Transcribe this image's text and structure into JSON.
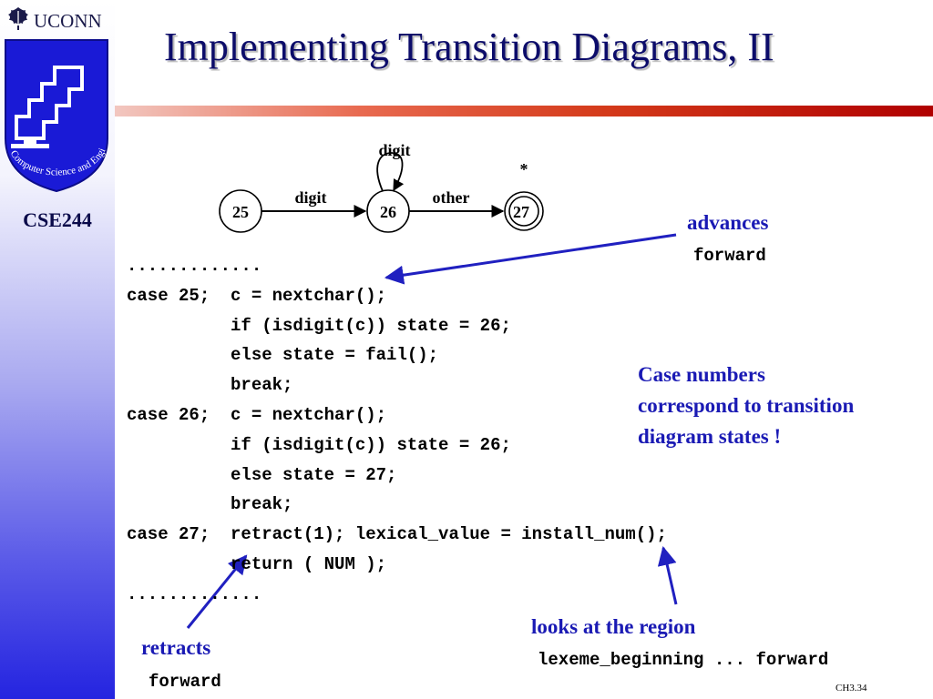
{
  "sidebar": {
    "university": "UCONN",
    "department_logo_text": "Computer Science and Engineering",
    "course": "CSE244"
  },
  "slide": {
    "title": "Implementing Transition Diagrams, II",
    "footer": "CH3.34"
  },
  "diagram": {
    "states": [
      "25",
      "26",
      "27"
    ],
    "edge_25_26": "digit",
    "loop_26": "digit",
    "edge_26_27": "other",
    "retract_mark": "*"
  },
  "code": {
    "lines": [
      ".............",
      "case 25;  c = nextchar();",
      "          if (isdigit(c)) state = 26;",
      "          else state = fail();",
      "          break;",
      "case 26;  c = nextchar();",
      "          if (isdigit(c)) state = 26;",
      "          else state = 27;",
      "          break;",
      "case 27;  retract(1); lexical_value = install_num();",
      "          return ( NUM );",
      "............."
    ]
  },
  "annotations": {
    "advances": "advances",
    "advances_forward": "forward",
    "case_numbers": [
      "Case numbers",
      "correspond to transition",
      "diagram states !"
    ],
    "retracts": "retracts",
    "retracts_forward": "forward",
    "looks_at": "looks at the region",
    "lexeme_range": "lexeme_beginning ... forward"
  },
  "colors": {
    "title": "#0c0c6a",
    "annotation": "#1a1ab4",
    "rule": "#c01010"
  }
}
